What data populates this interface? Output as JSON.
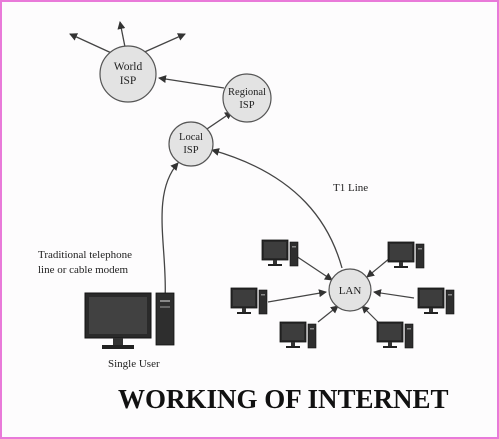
{
  "colors": {
    "frame_border": "#e97ad9",
    "node_fill": "#e3e3e3",
    "node_stroke": "#555555",
    "edge": "#444444"
  },
  "nodes": {
    "world_isp": [
      "World",
      "ISP"
    ],
    "regional_isp": [
      "Regional",
      "ISP"
    ],
    "local_isp": [
      "Local",
      "ISP"
    ],
    "lan": "LAN"
  },
  "labels": {
    "t1_line": "T1 Line",
    "telephone_line": [
      "Traditional telephone",
      "line or cable modem"
    ],
    "single_user": "Single User"
  },
  "icons": {
    "computer": "desktop-computer-icon"
  },
  "title": "WORKING OF INTERNET"
}
